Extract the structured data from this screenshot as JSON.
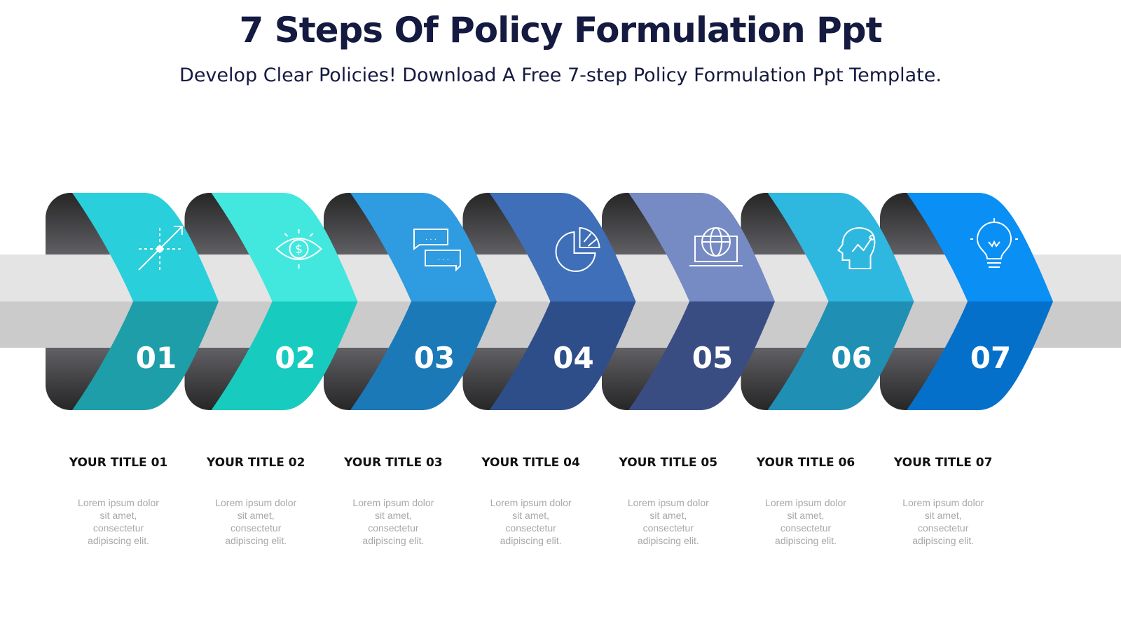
{
  "header": {
    "title": "7 Steps Of Policy Formulation Ppt",
    "subtitle": "Develop Clear Policies! Download A Free 7-step Policy Formulation Ppt Template."
  },
  "steps": [
    {
      "number": "01",
      "title": "YOUR TITLE 01",
      "description": "Lorem ipsum dolor sit amet, consectetur adipiscing elit.",
      "icon": "growth-arrow-icon",
      "color_top": "#29cfdb",
      "color_bottom": "#1e9ea8"
    },
    {
      "number": "02",
      "title": "YOUR TITLE 02",
      "description": "Lorem ipsum dolor sit amet, consectetur adipiscing elit.",
      "icon": "eye-dollar-icon",
      "color_top": "#42e8de",
      "color_bottom": "#17ccbe"
    },
    {
      "number": "03",
      "title": "YOUR TITLE 03",
      "description": "Lorem ipsum dolor sit amet, consectetur adipiscing elit.",
      "icon": "chat-bubbles-icon",
      "color_top": "#2f9be0",
      "color_bottom": "#1c79b8"
    },
    {
      "number": "04",
      "title": "YOUR TITLE 04",
      "description": "Lorem ipsum dolor sit amet, consectetur adipiscing elit.",
      "icon": "pie-chart-icon",
      "color_top": "#3f6fb8",
      "color_bottom": "#2e4e8a"
    },
    {
      "number": "05",
      "title": "YOUR TITLE 05",
      "description": "Lorem ipsum dolor sit amet, consectetur adipiscing elit.",
      "icon": "laptop-globe-icon",
      "color_top": "#768ac4",
      "color_bottom": "#3a4d83"
    },
    {
      "number": "06",
      "title": "YOUR TITLE 06",
      "description": "Lorem ipsum dolor sit amet, consectetur adipiscing elit.",
      "icon": "head-chart-icon",
      "color_top": "#2fb8df",
      "color_bottom": "#1f8fb4"
    },
    {
      "number": "07",
      "title": "YOUR TITLE 07",
      "description": "Lorem ipsum dolor sit amet, consectetur adipiscing elit.",
      "icon": "lightbulb-icon",
      "color_top": "#0a8ff5",
      "color_bottom": "#0570c9"
    }
  ]
}
